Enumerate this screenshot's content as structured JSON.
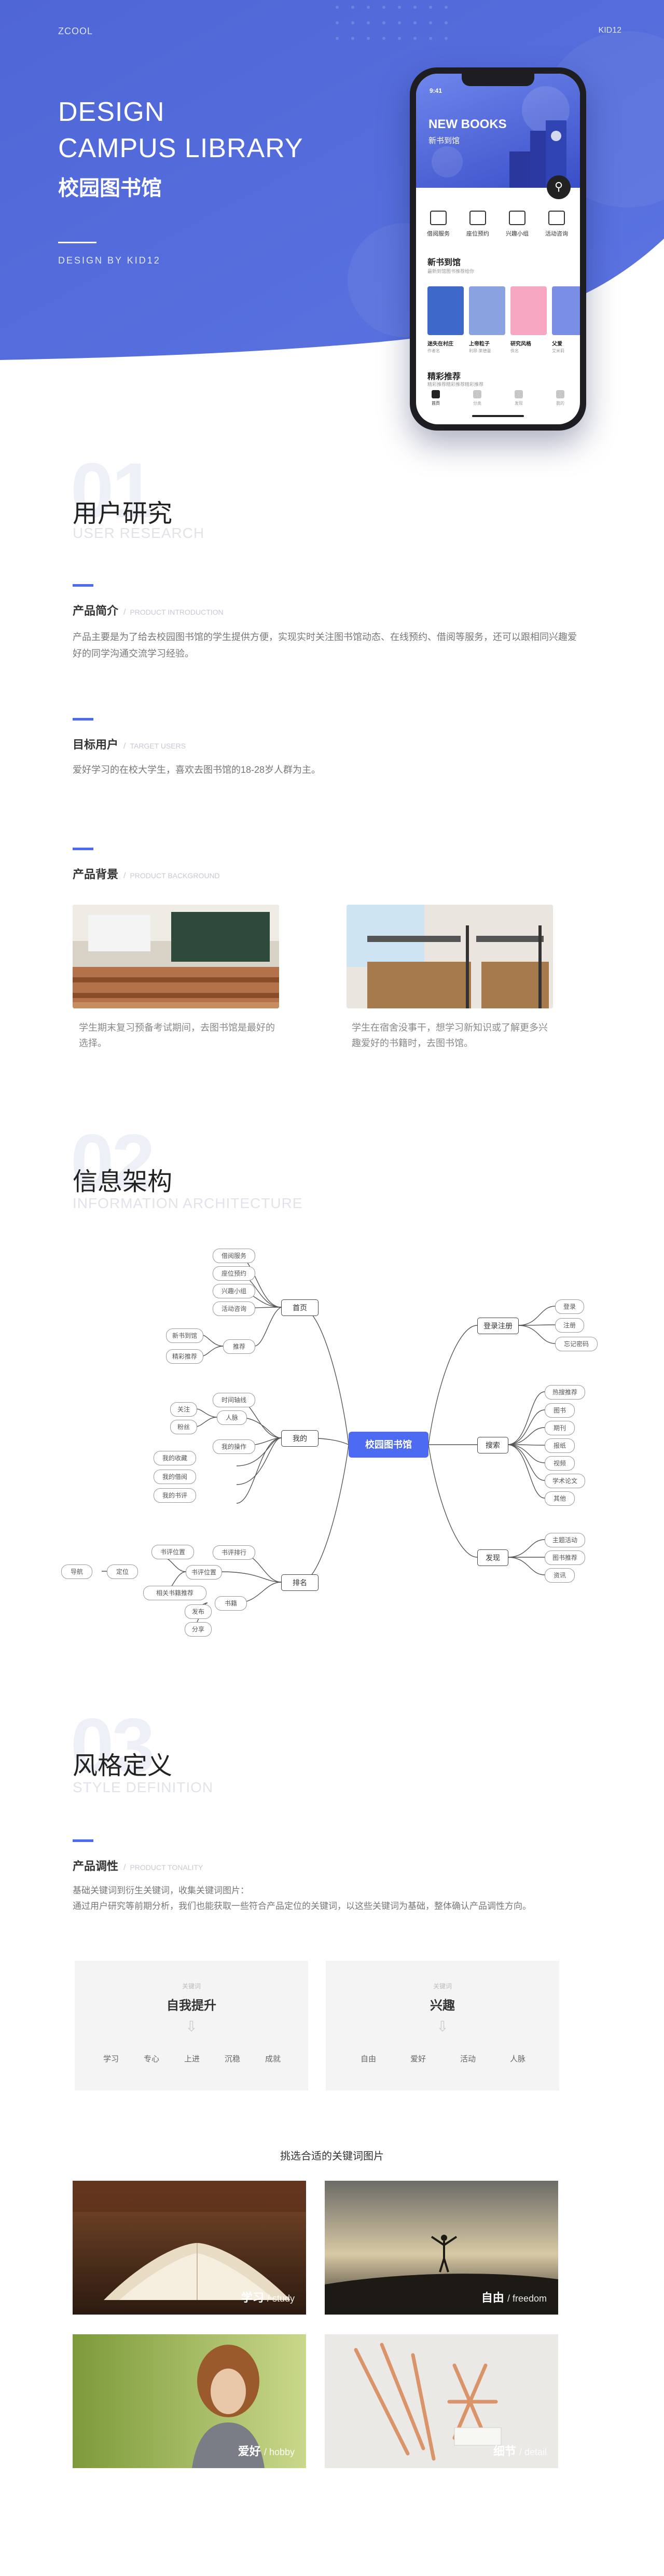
{
  "hero": {
    "brand": "ZCOOL",
    "kid": "KID12",
    "title1": "DESIGN",
    "title2": "CAMPUS LIBRARY",
    "title_cn": "校园图书馆",
    "design_by": "DESIGN  BY  KID12",
    "colors": {
      "primary": "#5269d9",
      "accent": "#4d6bf2"
    }
  },
  "phone": {
    "time": "9:41",
    "banner_title": "NEW BOOKS",
    "banner_sub": "新书到馆",
    "search_icon": "search-icon",
    "quick": [
      "借阅服务",
      "座位预约",
      "兴趣小组",
      "活动咨询"
    ],
    "new_books_title": "新书到馆",
    "new_books_sub": "最新到馆图书推荐给你",
    "books": [
      {
        "title": "迷失在村庄",
        "author": "作者名",
        "color": "#3e68c9"
      },
      {
        "title": "上帝粒子",
        "author": "利昂·莱德曼",
        "color": "#8aa2e0"
      },
      {
        "title": "研究风格",
        "author": "佚名",
        "color": "#f7a7c2"
      },
      {
        "title": "父爱",
        "author": "艾米莉",
        "color": "#7a8ee6"
      }
    ],
    "recommend_title": "精彩推荐",
    "recommend_sub": "精彩推荐精彩推荐精彩推荐",
    "tabs": [
      "首页",
      "分类",
      "发现",
      "我的"
    ]
  },
  "s1": {
    "num": "01",
    "cn": "用户研究",
    "en": "USER RESEARCH",
    "intro_title": "产品简介",
    "intro_en": "PRODUCT INTRODUCTION",
    "intro_text": "产品主要是为了给去校园图书馆的学生提供方便，实现实时关注图书馆动态、在线预约、借阅等服务，还可以跟相同兴趣爱好的同学沟通交流学习经验。",
    "target_title": "目标用户",
    "target_en": "TARGET USERS",
    "target_text": "爱好学习的在校大学生，喜欢去图书馆的18-28岁人群为主。",
    "bg_title": "产品背景",
    "bg_en": "PRODUCT BACKGROUND",
    "bg_cap1": "学生期末复习预备考试期间，去图书馆是最好的选择。",
    "bg_cap2": "学生在宿舍没事干，想学习新知识或了解更多兴趣爱好的书籍时，去图书馆。"
  },
  "s2": {
    "num": "02",
    "cn": "信息架构",
    "en": "INFORMATION ARCHITECTURE",
    "root": "校园图书馆",
    "branches": {
      "home": "首页",
      "mine": "我的",
      "ranking": "排名",
      "login": "登录注册",
      "search": "搜索",
      "discover": "发现"
    },
    "home_leaves": [
      "借阅服务",
      "座位预约",
      "兴趣小组",
      "活动咨询",
      "新书到馆",
      "精彩推荐"
    ],
    "home_sub": "推荐",
    "mine_leaves": [
      "时间轴线",
      "人脉",
      "关注",
      "粉丝",
      "我的收藏",
      "我的借阅",
      "我的书评",
      "我的操作"
    ],
    "ranking_leaves": [
      "书评排行",
      "书评位置",
      "导航",
      "定位",
      "书评位置",
      "相关书籍推荐",
      "书籍",
      "发布",
      "分享"
    ],
    "login_leaves": [
      "登录",
      "注册",
      "忘记密码"
    ],
    "search_leaves": [
      "热搜推荐",
      "图书",
      "期刊",
      "报纸",
      "视频",
      "学术论文",
      "其他"
    ],
    "discover_leaves": [
      "主题活动",
      "图书推荐",
      "资讯"
    ]
  },
  "s3": {
    "num": "03",
    "cn": "风格定义",
    "en": "STYLE DEFINITION",
    "tone_title": "产品调性",
    "tone_en": "PRODUCT TONALITY",
    "tone_text1": "基础关键词到衍生关键词，收集关键词图片：",
    "tone_text2": "通过用户研究等前期分析，我们也能获取一些符合产品定位的关键词，以这些关键词为基础，整体确认产品调性方向。",
    "card1": {
      "small": "关键词",
      "main": "自我提升",
      "words": [
        "学习",
        "专心",
        "上进",
        "沉稳",
        "成就"
      ]
    },
    "card2": {
      "small": "关键词",
      "main": "兴趣",
      "words": [
        "自由",
        "爱好",
        "活动",
        "人脉"
      ]
    },
    "pick_title": "挑选合适的关键词图片",
    "images": [
      {
        "cn": "学习",
        "en": "study"
      },
      {
        "cn": "自由",
        "en": "freedom"
      },
      {
        "cn": "爱好",
        "en": "hobby"
      },
      {
        "cn": "细节",
        "en": "detail"
      }
    ]
  }
}
